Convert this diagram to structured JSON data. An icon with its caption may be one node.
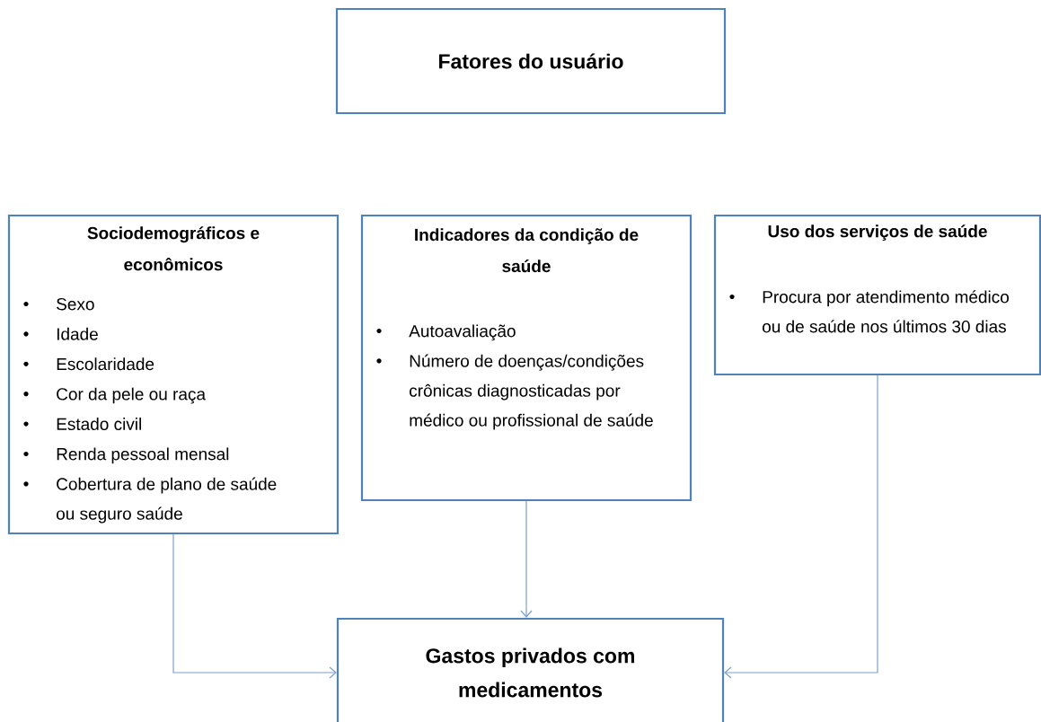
{
  "diagram": {
    "nodes": [
      {
        "text": [
          "Fatores do usuário"
        ]
      },
      {
        "text": [
          "Sociodemográficos e econômicos",
          "Sexo",
          "Idade",
          "Escolaridade",
          "Cor da pele ou raça",
          "Estado civil",
          "Renda pessoal mensal",
          "Cobertura de plano de saúde ou seguro saúde"
        ]
      },
      {
        "text": [
          "Indicadores da condição de saúde",
          "Autoavaliação",
          "Número de doenças/condições crônicas diagnosticadas por médico ou profissional de saúde"
        ]
      },
      {
        "text": [
          "Uso dos serviços de saúde",
          "Procura por atendimento médico ou de saúde nos últimos 30 dias"
        ]
      },
      {
        "text": [
          "Gastos privados com medicamentos"
        ]
      }
    ],
    "edges": [
      {
        "from": 1,
        "to": 4,
        "arrow": "to"
      },
      {
        "from": 2,
        "to": 4,
        "arrow": "to"
      },
      {
        "from": 3,
        "to": 4,
        "arrow": "to"
      }
    ]
  }
}
